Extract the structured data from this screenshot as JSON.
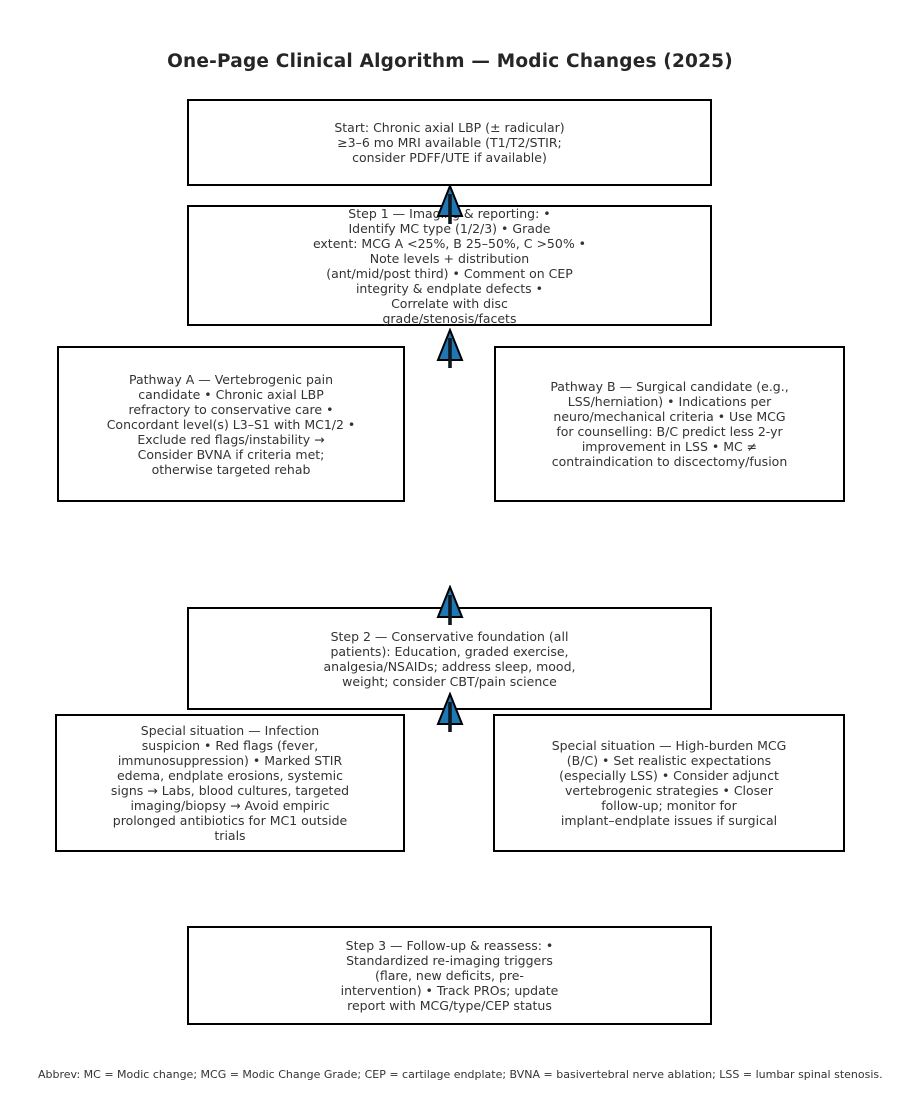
{
  "title": "One-Page Clinical Algorithm — Modic Changes (2025)",
  "boxes": {
    "start": {
      "lines": [
        "Start: Chronic axial LBP (± radicular)",
        "≥3–6 mo MRI available (T1/T2/STIR;",
        "consider PDFF/UTE if available)"
      ]
    },
    "step1": {
      "lines": [
        "Step 1 — Imaging & reporting: •",
        "Identify MC type (1/2/3) • Grade",
        "extent: MCG A <25%, B 25–50%, C >50% •",
        "Note levels + distribution",
        "(ant/mid/post third) • Comment on CEP",
        "integrity & endplate defects •",
        "Correlate with disc",
        "grade/stenosis/facets"
      ]
    },
    "pathway_a": {
      "lines": [
        "Pathway A — Vertebrogenic pain",
        "candidate • Chronic axial LBP",
        "refractory to conservative care •",
        "Concordant level(s) L3–S1 with MC1/2 •",
        "Exclude red flags/instability →",
        "Consider BVNA if criteria met;",
        "otherwise targeted rehab"
      ]
    },
    "pathway_b": {
      "lines": [
        "Pathway B — Surgical candidate (e.g.,",
        "LSS/herniation) • Indications per",
        "neuro/mechanical criteria • Use MCG",
        "for counselling: B/C predict less 2-yr",
        "improvement in LSS • MC ≠",
        "contraindication to discectomy/fusion"
      ]
    },
    "step2": {
      "lines": [
        "Step 2 — Conservative foundation (all",
        "patients): Education, graded exercise,",
        "analgesia/NSAIDs; address sleep, mood,",
        "weight; consider CBT/pain science"
      ]
    },
    "special_infection": {
      "lines": [
        "Special situation — Infection",
        "suspicion • Red flags (fever,",
        "immunosuppression) • Marked STIR",
        "edema, endplate erosions, systemic",
        "signs → Labs, blood cultures, targeted",
        "imaging/biopsy → Avoid empiric",
        "prolonged antibiotics for MC1 outside",
        "trials"
      ]
    },
    "special_high_burden": {
      "lines": [
        "Special situation — High-burden MCG",
        "(B/C) • Set realistic expectations",
        "(especially LSS) • Consider adjunct",
        "vertebrogenic strategies • Closer",
        "follow-up; monitor for",
        "implant–endplate issues if surgical"
      ]
    },
    "step3": {
      "lines": [
        "Step 3 — Follow-up & reassess: •",
        "Standardized re-imaging triggers",
        "(flare, new deficits, pre-",
        "intervention) • Track PROs; update",
        "report with MCG/type/CEP status"
      ]
    }
  },
  "arrows": [
    {
      "name": "arrow-start-to-step1",
      "direction": "up"
    },
    {
      "name": "arrow-step1-to-pathways",
      "direction": "up"
    },
    {
      "name": "arrow-into-step2",
      "direction": "up"
    },
    {
      "name": "arrow-step2-to-specials",
      "direction": "up"
    }
  ],
  "footer": "Abbrev: MC = Modic change; MCG = Modic Change Grade; CEP = cartilage endplate; BVNA = basivertebral nerve ablation; LSS = lumbar spinal stenosis.",
  "colors": {
    "background": "#ffffff",
    "text": "#333333",
    "title": "#262626",
    "box_border": "#000000",
    "arrow_fill": "#1f77b4",
    "arrow_shaft": "#10181f"
  }
}
